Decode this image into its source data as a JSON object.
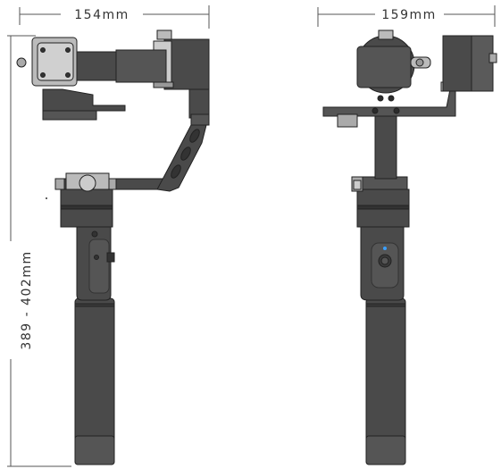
{
  "dimensions": {
    "side_width": "154mm",
    "front_width": "159mm",
    "height_range": "389 - 402mm"
  },
  "views": {
    "side": "side-view",
    "front": "front-view"
  },
  "colors": {
    "body": "#4a4a4a",
    "body_dark": "#3a3a3a",
    "body_light": "#5a5a5a",
    "metal": "#c8c8c8",
    "metal_dark": "#9a9a9a",
    "outline": "#222222",
    "dim_line": "#555555"
  }
}
